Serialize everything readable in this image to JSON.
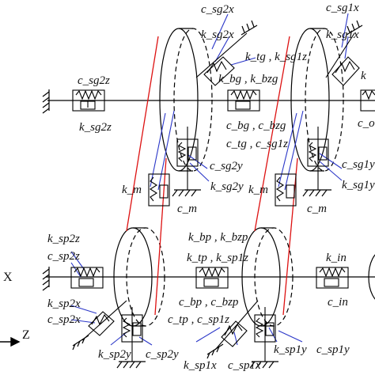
{
  "axes": {
    "x_label": "X",
    "z_label": "Z"
  },
  "labels": {
    "sg2x_top": "c_sg2x",
    "sg2x_bot": "k_sg2x",
    "sg1x_top": "c_sg1x",
    "sg1x_bot": "k_sg1x",
    "tg_sg1z": "k_tg , k_sg1z",
    "bg_bzg_k": "k_bg , k_bzg",
    "bg_bzg_c": "c_bg , c_bzg",
    "tg_sg1z_c": "c_tg , c_sg1z",
    "csg2z": "c_sg2z",
    "ksg2z": "k_sg2z",
    "csg2y": "c_sg2y",
    "ksg2y": "k_sg2y",
    "csg1y": "c_sg1y",
    "ksg1y": "k_sg1y",
    "km_left": "k_m",
    "cm_left": "c_m",
    "km_right": "k_m",
    "cm_right": "c_m",
    "co_right": "c_o",
    "k_right": "k",
    "ksp2z": "k_sp2z",
    "csp2z": "c_sp2z",
    "bp_bzp_k": "k_bp , k_bzp",
    "tp_sp1z_k": "k_tp , k_sp1z",
    "kin": "k_in",
    "cin": "c_in",
    "ksp2x": "k_sp2x",
    "csp2x": "c_sp2x",
    "bp_bzp_c": "c_bp , c_bzp",
    "tp_sp1z_c": "c_tp , c_sp1z",
    "ksp2y": "k_sp2y",
    "csp2y": "c_sp2y",
    "ksp1x": "k_sp1x",
    "csp1x": "c_sp1x",
    "ksp1y": "k_sp1y",
    "csp1y": "c_sp1y"
  }
}
